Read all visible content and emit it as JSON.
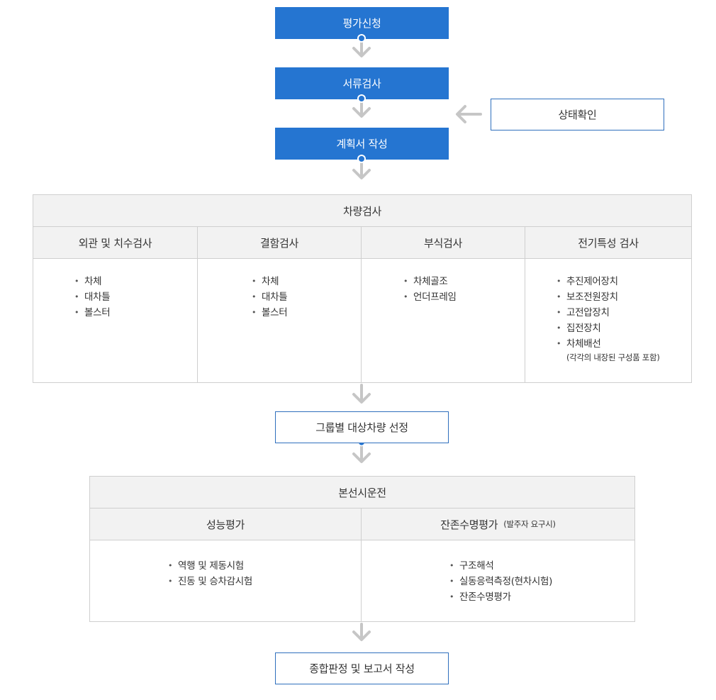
{
  "steps": {
    "apply": "평가신청",
    "doc_review": "서류검사",
    "plan": "계획서 작성",
    "status_check": "상태확인",
    "group_select": "그룹별 대상차량 선정",
    "final": "종합판정 및 보고서 작성"
  },
  "vehicle_inspection": {
    "title": "차량검사",
    "columns": [
      {
        "header": "외관 및 치수검사",
        "items": [
          "차체",
          "대차틀",
          "볼스터"
        ]
      },
      {
        "header": "결함검사",
        "items": [
          "차체",
          "대차틀",
          "볼스터"
        ]
      },
      {
        "header": "부식검사",
        "items": [
          "차체골조",
          "언더프레임"
        ]
      },
      {
        "header": "전기특성 검사",
        "items": [
          "추진제어장치",
          "보조전원장치",
          "고전압장치",
          "집전장치",
          "차체배선"
        ],
        "note": "(각각의 내장된 구성품 포함)"
      }
    ]
  },
  "main_line_test": {
    "title": "본선시운전",
    "columns": [
      {
        "header": "성능평가",
        "items": [
          "역행 및 제동시험",
          "진동 및 승차감시험"
        ]
      },
      {
        "header": "잔존수명평가",
        "header_note": "(발주자 요구시)",
        "items": [
          "구조해석",
          "실동응력측정(현차시험)",
          "잔존수명평가"
        ]
      }
    ]
  },
  "colors": {
    "blue": "#2575d1",
    "border_blue": "#2f6fbd",
    "arrow_gray": "#c6c6c6",
    "header_bg": "#f2f2f2"
  }
}
